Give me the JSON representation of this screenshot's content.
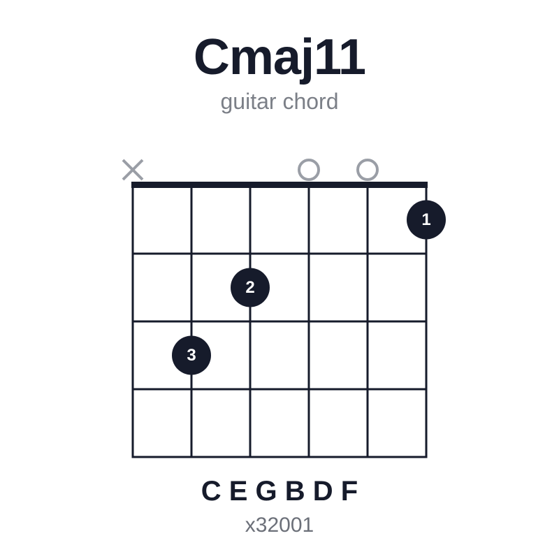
{
  "chord": {
    "name": "Cmaj11",
    "subtitle": "guitar chord",
    "notes": "C E G B D F",
    "fingering": "x32001"
  },
  "strings": [
    {
      "string": 6,
      "marker": "muted",
      "fret": null,
      "finger": null
    },
    {
      "string": 5,
      "marker": "fretted",
      "fret": 3,
      "finger": "3"
    },
    {
      "string": 4,
      "marker": "fretted",
      "fret": 2,
      "finger": "2"
    },
    {
      "string": 3,
      "marker": "open",
      "fret": 0,
      "finger": null
    },
    {
      "string": 2,
      "marker": "open",
      "fret": 0,
      "finger": null
    },
    {
      "string": 1,
      "marker": "fretted",
      "fret": 1,
      "finger": "1"
    }
  ],
  "fret_count": 4,
  "colors": {
    "ink": "#161b2b",
    "marker_gray": "#9a9ea6",
    "dot_text": "#ffffff"
  }
}
